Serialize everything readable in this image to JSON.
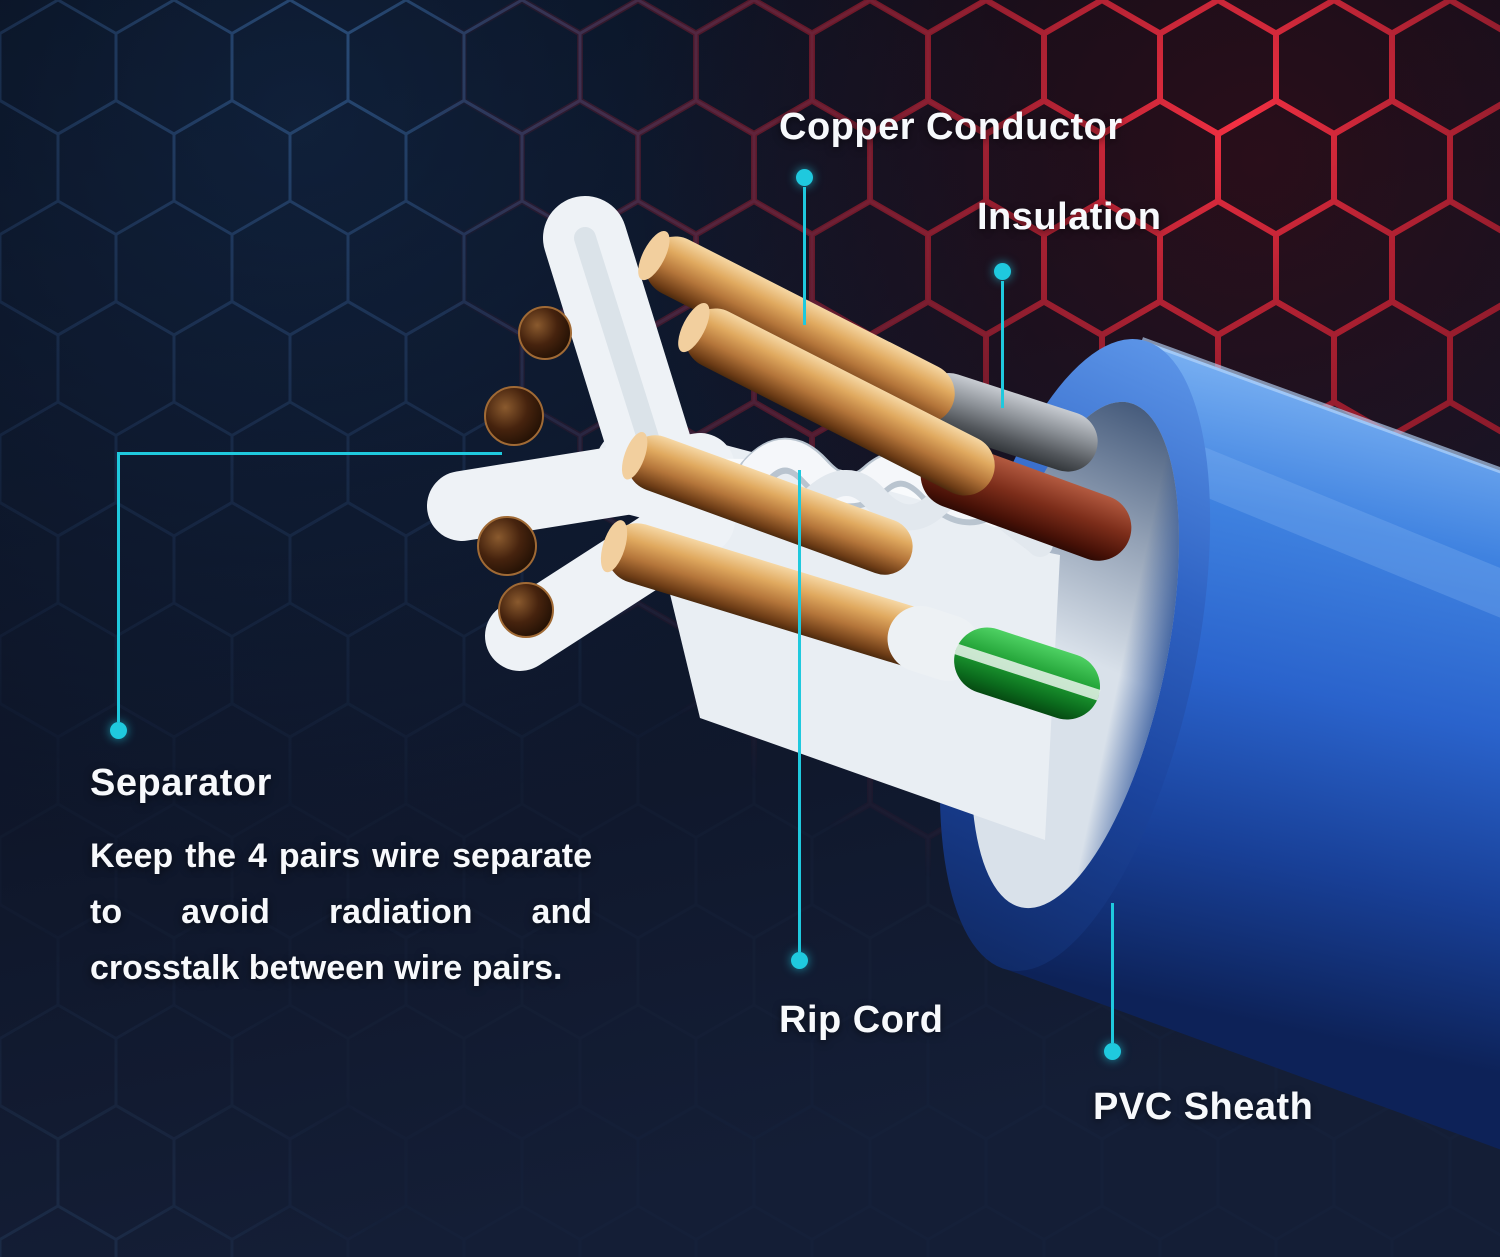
{
  "callouts": {
    "copper_conductor": {
      "label": "Copper Conductor"
    },
    "insulation": {
      "label": "Insulation"
    },
    "separator": {
      "label": "Separator",
      "description": "Keep the 4 pairs wire separate to avoid radiation and crosstalk between wire pairs."
    },
    "rip_cord": {
      "label": "Rip Cord"
    },
    "pvc_sheath": {
      "label": "PVC Sheath"
    }
  },
  "colors": {
    "accent": "#1fc9de",
    "text": "#f7f9fc",
    "hex_red": "#e8293c",
    "hex_blue": "#3c6ea8",
    "cable_blue": "#2e6fd6",
    "copper": "#d89a55",
    "green_wire": "#1e9e33",
    "background": "#0a0f1d"
  }
}
